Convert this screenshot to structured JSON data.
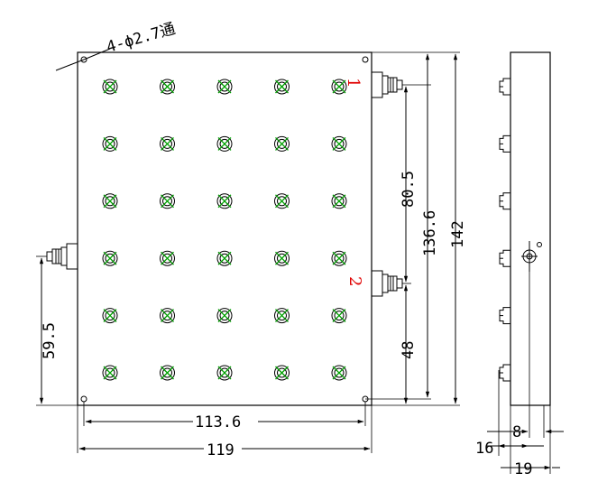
{
  "hole_note": "4-ϕ2.7通",
  "ports": {
    "port1": "1",
    "port2": "2"
  },
  "dimensions": {
    "port1_to_port2": "80.5",
    "port1_to_bottom_hole": "136.6",
    "overall_height": "142",
    "port2_to_bottom": "48",
    "left_connector_height": "59.5",
    "hole_spacing_width": "113.6",
    "overall_width": "119",
    "side_port_offset": "8",
    "side_left_offset": "16",
    "side_thickness": "19"
  },
  "grid": {
    "rows": 6,
    "cols": 5
  },
  "colors": {
    "line": "#000000",
    "screw": "#00a000",
    "port_label": "#e00000"
  }
}
